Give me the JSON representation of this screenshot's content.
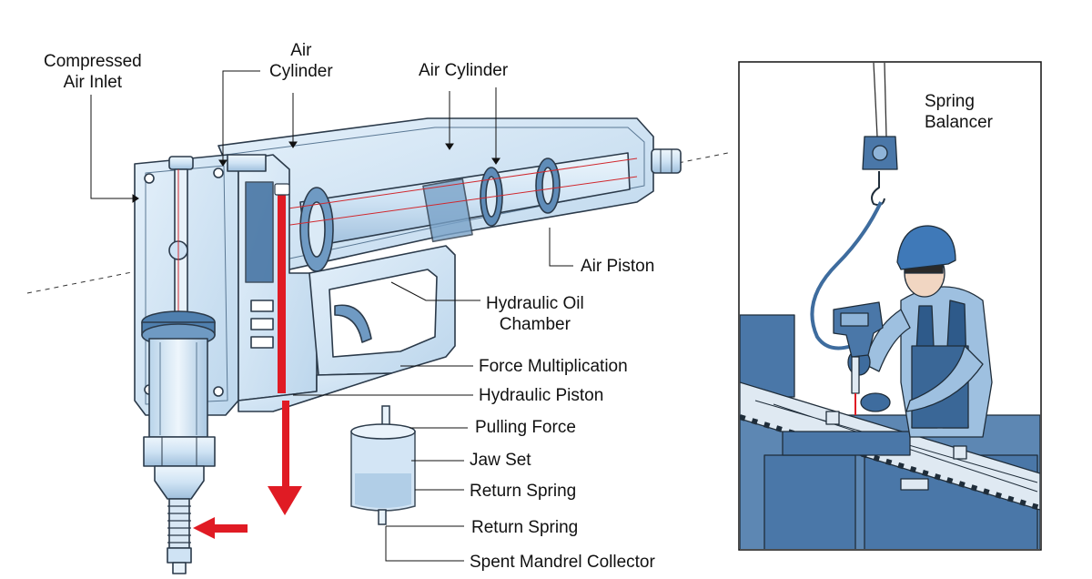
{
  "labels": {
    "compressed_air_inlet": "Compressed\nAir Inlet",
    "air_cylinder_left": "Air\nCylinder",
    "air_cylinder_right": "Air Cylinder",
    "air_piston": "Air Piston",
    "hydraulic_oil_chamber": "Hydraulic Oil\nChamber",
    "force_multiplication": "Force Multiplication",
    "hydraulic_piston": "Hydraulic Piston",
    "pulling_force": "Pulling Force",
    "jaw_set": "Jaw Set",
    "return_spring_1": "Return Spring",
    "return_spring_2": "Return Spring",
    "spent_mandrel_collector": "Spent Mandrel Collector"
  },
  "inset": {
    "spring_balancer": "Spring\nBalancer"
  },
  "colors": {
    "tool_body": "#cfe3f4",
    "tool_stroke": "#2b3a4a",
    "force_arrow": "#e01b24",
    "worker_blue": "#4a77a8",
    "hardhat": "#3f79b8"
  }
}
